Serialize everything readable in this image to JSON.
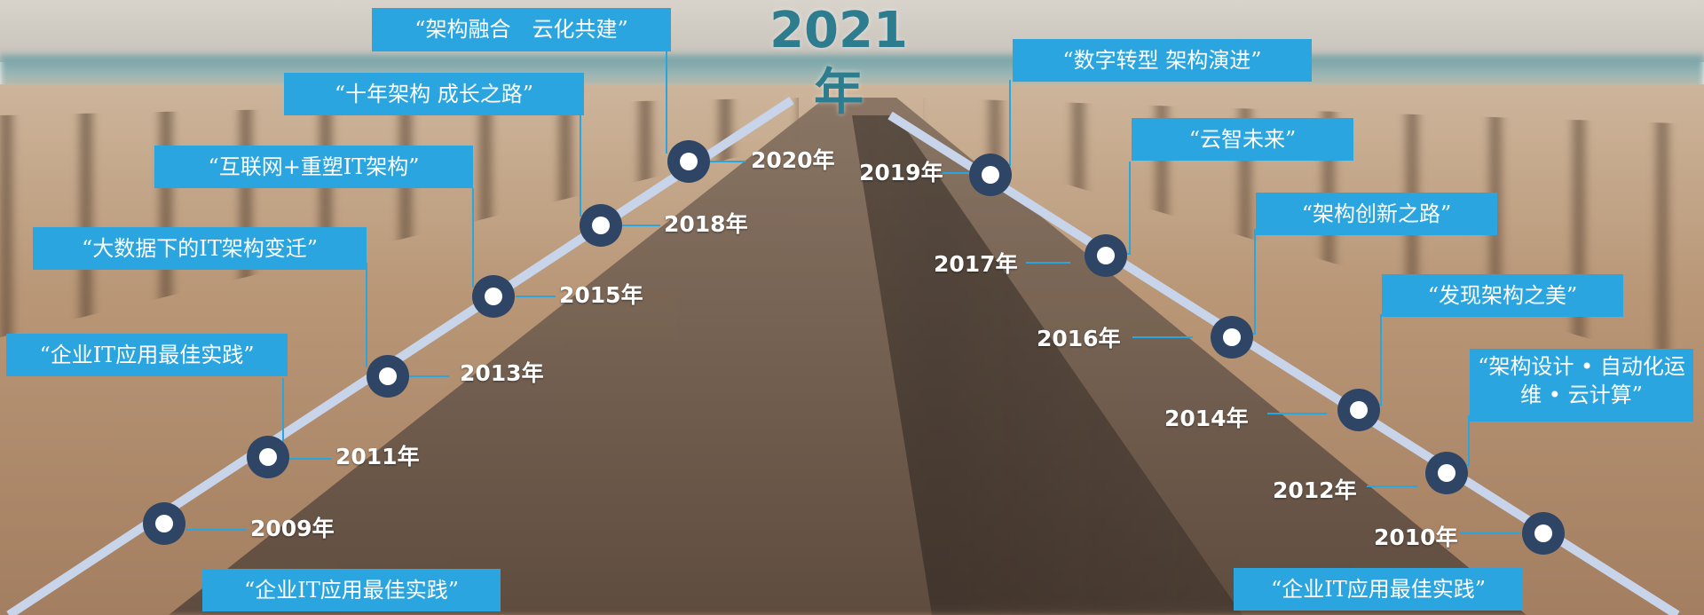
{
  "title": "2021年",
  "left_milestones": [
    {
      "year": "2009年",
      "label": "“企业IT应用最佳实践”"
    },
    {
      "year": "2011年",
      "label": "“企业IT应用最佳实践”"
    },
    {
      "year": "2013年",
      "label": "“大数据下的IT架构变迁”"
    },
    {
      "year": "2015年",
      "label": "“互联网+重塑IT架构”"
    },
    {
      "year": "2018年",
      "label": "“十年架构 成长之路”"
    },
    {
      "year": "2020年",
      "label": "“架构融合　云化共建”"
    }
  ],
  "right_milestones": [
    {
      "year": "2010年",
      "label": "“企业IT应用最佳实践”"
    },
    {
      "year": "2012年",
      "label": "“架构设计 • 自动化运维 • 云计算”"
    },
    {
      "year": "2014年",
      "label": "“发现架构之美”"
    },
    {
      "year": "2016年",
      "label": "“架构创新之路”"
    },
    {
      "year": "2017年",
      "label": "“云智未来”"
    },
    {
      "year": "2019年",
      "label": "“数字转型 架构演进”"
    }
  ],
  "colors": {
    "label_box": "#2aa5df",
    "node_ring": "#2e4565",
    "track": "#c8d4ea",
    "title": "#2e7d8f",
    "year_text": "#ffffff"
  }
}
